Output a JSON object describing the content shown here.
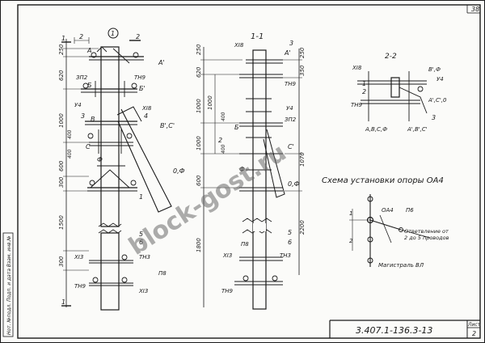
{
  "sheet_number": "38",
  "title_block": {
    "document_code": "3.407.1-136.3-13",
    "sheet_label": "Лист",
    "sheet_value": "2"
  },
  "side_stamp": "Нот. №подл. Подп. и дата Взам. инв.№",
  "watermark": "block-gost.ru",
  "view_main": {
    "marker": "1",
    "section_marks": [
      "1",
      "1",
      "2",
      "2"
    ],
    "labels": [
      "А",
      "А'",
      "ЗП2",
      "ТН9",
      "Б",
      "Б'",
      "У4",
      "ХI8",
      "3",
      "4",
      "В",
      "В',С'",
      "С",
      "Ф",
      "0,Ф",
      "1",
      "5",
      "6",
      "ХI3",
      "ТН3",
      "ТН9",
      "ХI3",
      "П8"
    ],
    "dims_left": [
      "250",
      "620",
      "1000",
      "600",
      "300",
      "1500",
      "300"
    ],
    "dims_right": [
      "400",
      "400"
    ],
    "dim_top": "2",
    "section_arrow": "1"
  },
  "view_section_1_1": {
    "title": "1-1",
    "labels": [
      "ХI8",
      "3",
      "А'",
      "ТН9",
      "ЗП2",
      "У4",
      "Б",
      "2",
      "С'",
      "Ф",
      "0,Ф",
      "П8",
      "ХI3",
      "ТН3",
      "ТН9",
      "5",
      "6"
    ],
    "dims_left": [
      "250",
      "620",
      "1000",
      "1000",
      "600",
      "1800"
    ],
    "dims_inner": [
      "1000",
      "400",
      "400"
    ],
    "dims_right": [
      "250",
      "350",
      "1070",
      "2200"
    ]
  },
  "view_section_2_2": {
    "title": "2-2",
    "labels": [
      "ХI8",
      "В',Ф",
      "У4",
      "1",
      "2",
      "ТН9",
      "А,В,С,Ф",
      "А',В',С'",
      "3",
      "А',С',0"
    ]
  },
  "scheme": {
    "title": "Схема установки опоры ОА4",
    "labels": [
      "П6",
      "ОА4",
      "1",
      "2",
      "Ответвление от 2 до 5 проводов",
      "Магистраль ВЛ"
    ]
  }
}
